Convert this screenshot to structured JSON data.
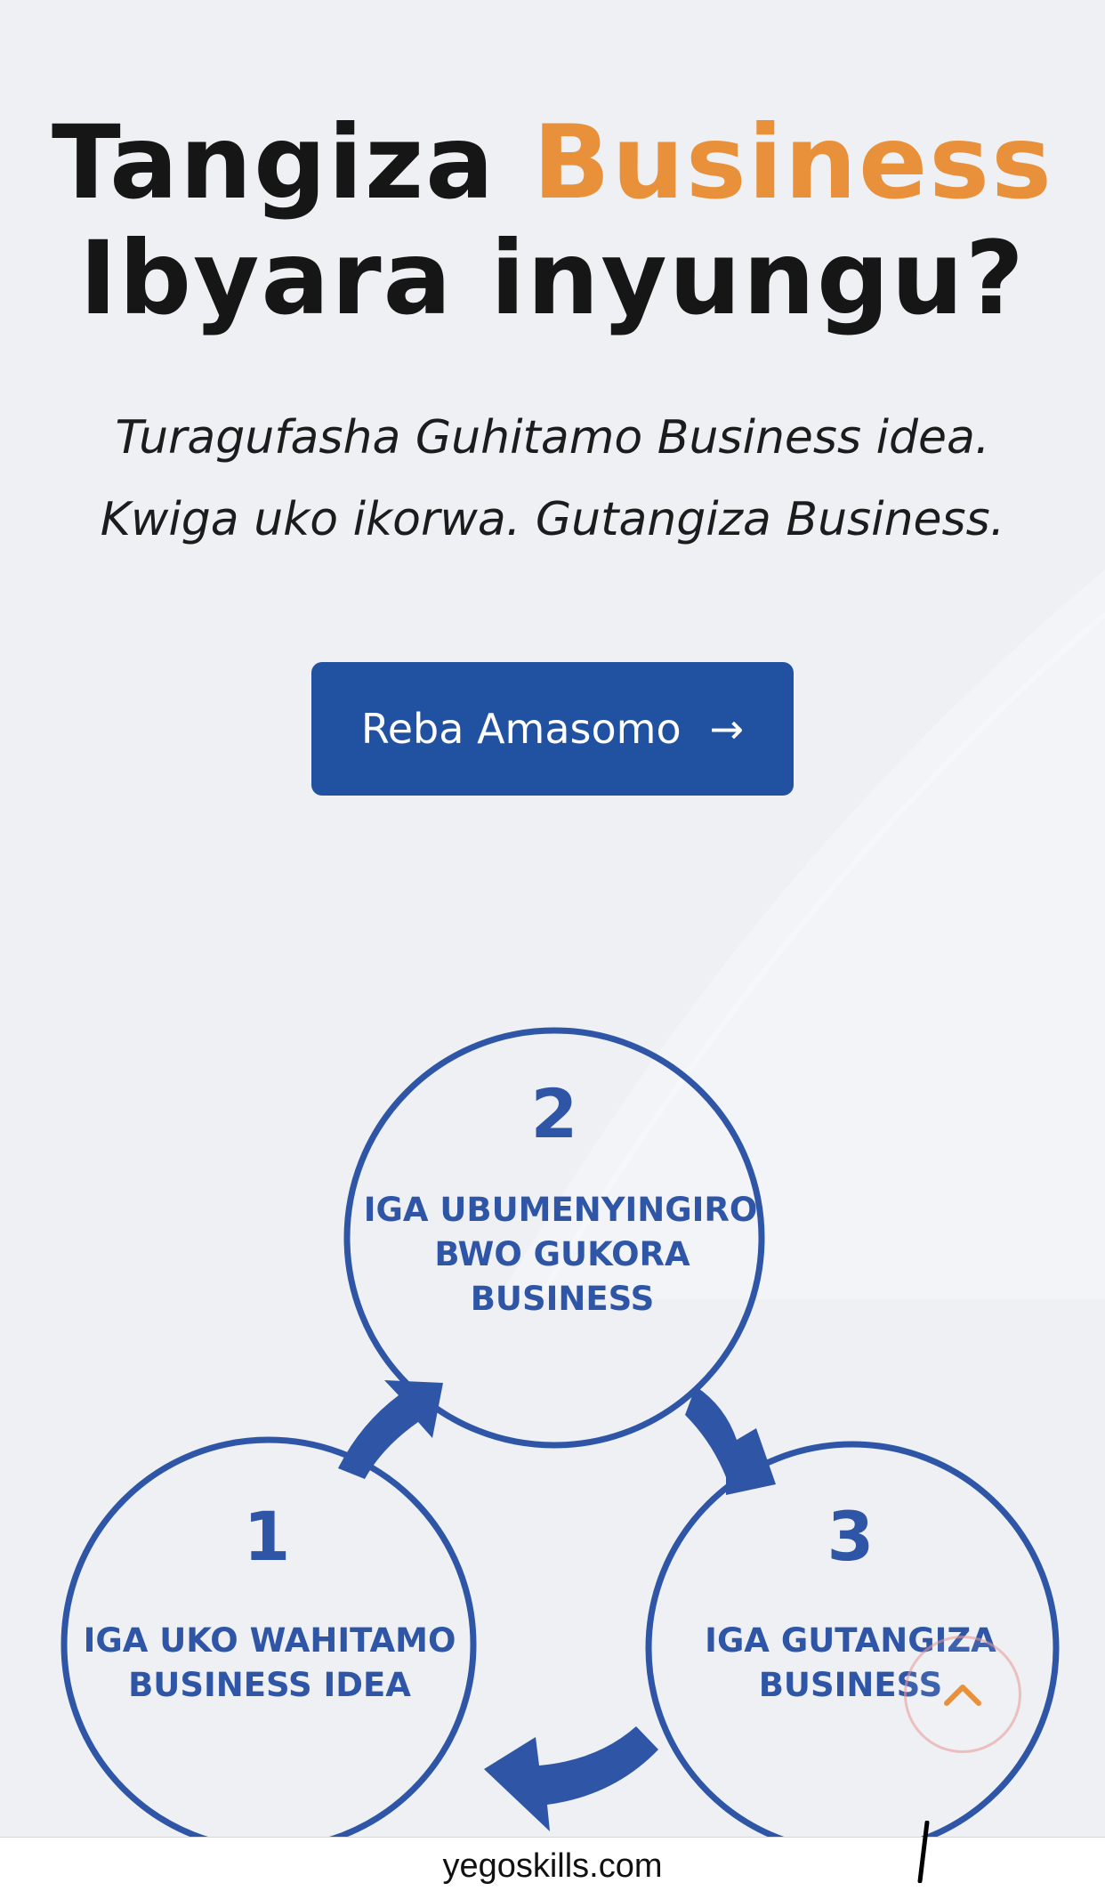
{
  "hero": {
    "title_part1": "Tangiza ",
    "title_accent": "Business",
    "title_part2": "Ibyara inyungu?",
    "subtitle_line1": "Turagufasha Guhitamo Business idea.",
    "subtitle_line2": "Kwiga uko ikorwa. Gutangiza Business.",
    "cta_label": "Reba Amasomo",
    "cta_icon": "arrow-right-icon"
  },
  "steps": [
    {
      "number": "1",
      "line1": "IGA UKO WAHITAMO",
      "line2": "BUSINESS IDEA",
      "line3": ""
    },
    {
      "number": "2",
      "line1": "IGA UBUMENYINGIRO",
      "line2": "BWO GUKORA",
      "line3": "BUSINESS"
    },
    {
      "number": "3",
      "line1": "IGA GUTANGIZA",
      "line2": "BUSINESS",
      "line3": ""
    }
  ],
  "scroll_top_icon": "chevron-up-icon",
  "footer": {
    "url": "yegoskills.com"
  },
  "colors": {
    "accent": "#e8913a",
    "brand_blue": "#2151a1",
    "diagram_blue": "#2e55a6"
  }
}
